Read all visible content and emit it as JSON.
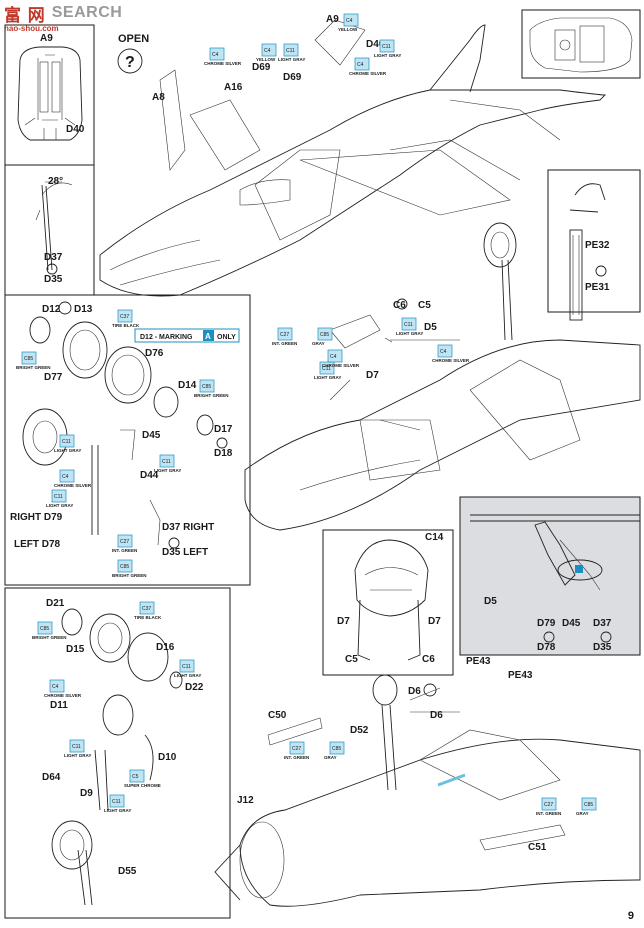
{
  "watermark": {
    "cn": "富 网",
    "en": "SEARCH",
    "url": "nao-shou.com"
  },
  "page_number": "9",
  "marking_note": {
    "prefix": "D12 - MARKING",
    "letter": "A",
    "suffix": "ONLY"
  },
  "option_text": {
    "open": "OPEN",
    "right_d79": "RIGHT D79",
    "left_d78": "LEFT D78",
    "d37_right": "D37 RIGHT",
    "d35_left": "D35 LEFT",
    "angle": "28°"
  },
  "labels": {
    "a9_top": "A9",
    "a9_box": "A9",
    "a8": "A8",
    "a16": "A16",
    "d69_a": "D69",
    "d69_b": "D69",
    "d40_top": "D40",
    "d40_box": "D40",
    "d37": "D37",
    "d35": "D35",
    "d12": "D12",
    "d13": "D13",
    "d76": "D76",
    "d77": "D77",
    "d14": "D14",
    "d17": "D17",
    "d18": "D18",
    "d45": "D45",
    "d44": "D44",
    "c6": "C6",
    "c5": "C5",
    "d5": "D5",
    "d7": "D7",
    "pe32": "PE32",
    "pe31": "PE31",
    "c14": "C14",
    "d7_l": "D7",
    "d7_r": "D7",
    "c5_b": "C5",
    "c6_b": "C6",
    "d5_r": "D5",
    "d79": "D79",
    "d45_r": "D45",
    "d37_r": "D37",
    "d78": "D78",
    "d35_r": "D35",
    "d21": "D21",
    "d15": "D15",
    "d16": "D16",
    "d22": "D22",
    "d11": "D11",
    "d10": "D10",
    "d64": "D64",
    "d9": "D9",
    "d55": "D55",
    "pe43_a": "PE43",
    "pe43_b": "PE43",
    "d6_a": "D6",
    "d6_b": "D6",
    "c50": "C50",
    "d52": "D52",
    "j12": "J12",
    "c51": "C51"
  },
  "color_callouts": [
    {
      "id": "c1",
      "code": "C4",
      "name": "CHROME SILVER"
    },
    {
      "id": "c2",
      "code": "C4",
      "name": "YELLOW"
    },
    {
      "id": "c3",
      "code": "C11",
      "name": "LIGHT GRAY"
    },
    {
      "id": "c4",
      "code": "C4",
      "name": "YELLOW"
    },
    {
      "id": "c5",
      "code": "C11",
      "name": "LIGHT GRAY"
    },
    {
      "id": "c6",
      "code": "C4",
      "name": "CHROME SILVER"
    },
    {
      "id": "c7",
      "code": "C37",
      "name": "TIRE BLACK"
    },
    {
      "id": "c8",
      "code": "C85",
      "name": "BRIGHT GREEN"
    },
    {
      "id": "c9",
      "code": "C85",
      "name": "BRIGHT GREEN"
    },
    {
      "id": "c10",
      "code": "C11",
      "name": "LIGHT GRAY"
    },
    {
      "id": "c11",
      "code": "C11",
      "name": "LIGHT GRAY"
    },
    {
      "id": "c12",
      "code": "C4",
      "name": "CHROME SILVER"
    },
    {
      "id": "c13",
      "code": "C11",
      "name": "LIGHT GRAY"
    },
    {
      "id": "c14",
      "code": "C27",
      "name": "INT. GREEN"
    },
    {
      "id": "c15",
      "code": "C85",
      "name": "GRAY"
    },
    {
      "id": "c16",
      "code": "C11",
      "name": "LIGHT GRAY"
    },
    {
      "id": "c17",
      "code": "C4",
      "name": "CHROME SILVER"
    },
    {
      "id": "c18",
      "code": "C11",
      "name": "LIGHT GRAY"
    },
    {
      "id": "c19",
      "code": "C4",
      "name": "CHROME SILVER"
    },
    {
      "id": "c20",
      "code": "C27",
      "name": "INT. GREEN"
    },
    {
      "id": "c21",
      "code": "C85",
      "name": "BRIGHT GREEN"
    },
    {
      "id": "c22",
      "code": "C37",
      "name": "TIRE BLACK"
    },
    {
      "id": "c23",
      "code": "C85",
      "name": "BRIGHT GREEN"
    },
    {
      "id": "c24",
      "code": "C11",
      "name": "LIGHT GRAY"
    },
    {
      "id": "c25",
      "code": "C4",
      "name": "CHROME SILVER"
    },
    {
      "id": "c26",
      "code": "C11",
      "name": "LIGHT GRAY"
    },
    {
      "id": "c27",
      "code": "C5",
      "name": "SUPER CHROME"
    },
    {
      "id": "c28",
      "code": "C11",
      "name": "LIGHT GRAY"
    },
    {
      "id": "c29",
      "code": "C27",
      "name": "INT. GREEN"
    },
    {
      "id": "c30",
      "code": "C85",
      "name": "GRAY"
    },
    {
      "id": "c31",
      "code": "C27",
      "name": "INT. GREEN"
    },
    {
      "id": "c32",
      "code": "C85",
      "name": "GRAY"
    }
  ],
  "colors": {
    "callout_fill": "#bfe4f3",
    "callout_stroke": "#1b8fc0",
    "marking_fill": "#1b8fc0",
    "detail_bg": "#dcdde0"
  }
}
